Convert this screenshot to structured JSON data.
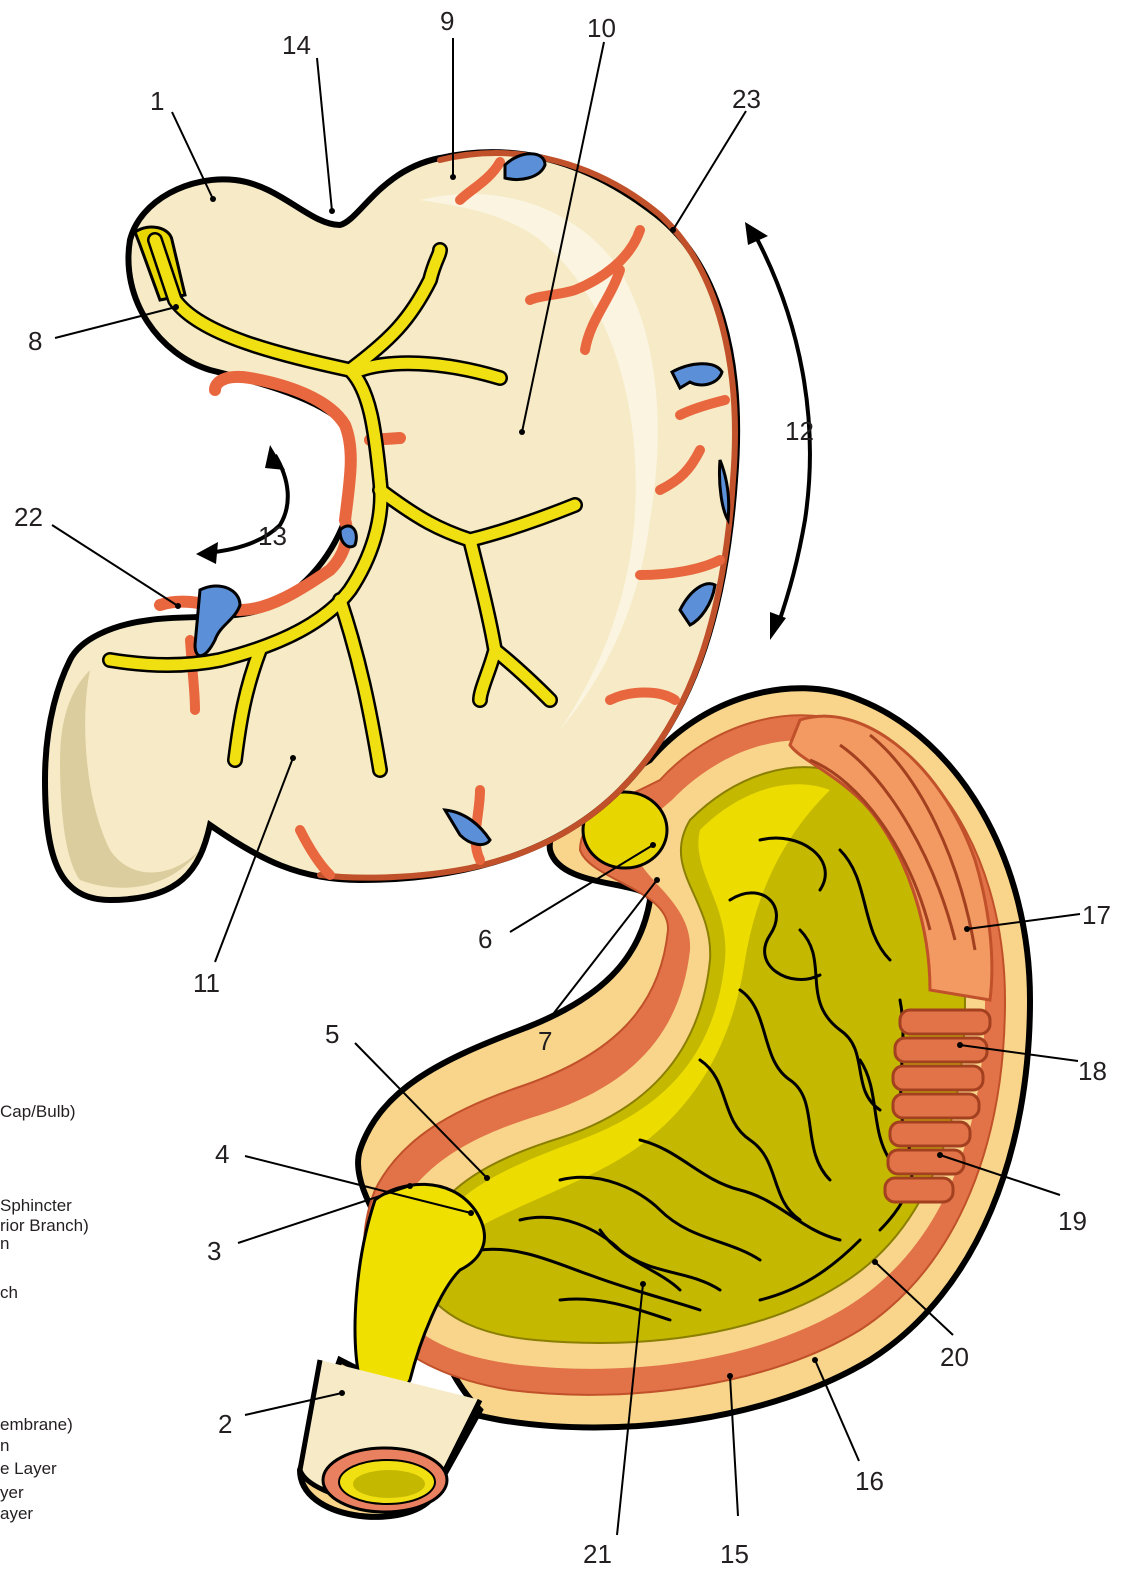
{
  "labels": {
    "n1": "1",
    "n2": "2",
    "n3": "3",
    "n4": "4",
    "n5": "5",
    "n6": "6",
    "n7": "7",
    "n8": "8",
    "n9": "9",
    "n10": "10",
    "n11": "11",
    "n12": "12",
    "n13": "13",
    "n14": "14",
    "n15": "15",
    "n16": "16",
    "n17": "17",
    "n18": "18",
    "n19": "19",
    "n20": "20",
    "n21": "21",
    "n22": "22",
    "n23": "23"
  },
  "legend_fragments": [
    "Cap/Bulb)",
    "Sphincter",
    "rior Branch)",
    "n",
    "ch",
    "embrane)",
    "n",
    "e Layer",
    "yer",
    "ayer"
  ],
  "colors": {
    "outline": "#000000",
    "stomach_surface": "#f6ebc6",
    "stomach_shadow": "#dccd9e",
    "artery": "#e9673f",
    "vein": "#5b8fd8",
    "nerve": "#f1e011",
    "mucosa": "#c5b800",
    "mucosa_light": "#efe000",
    "muscle": "#e27348",
    "muscle_dark": "#c0512a",
    "submucosa": "#f8d58a"
  }
}
